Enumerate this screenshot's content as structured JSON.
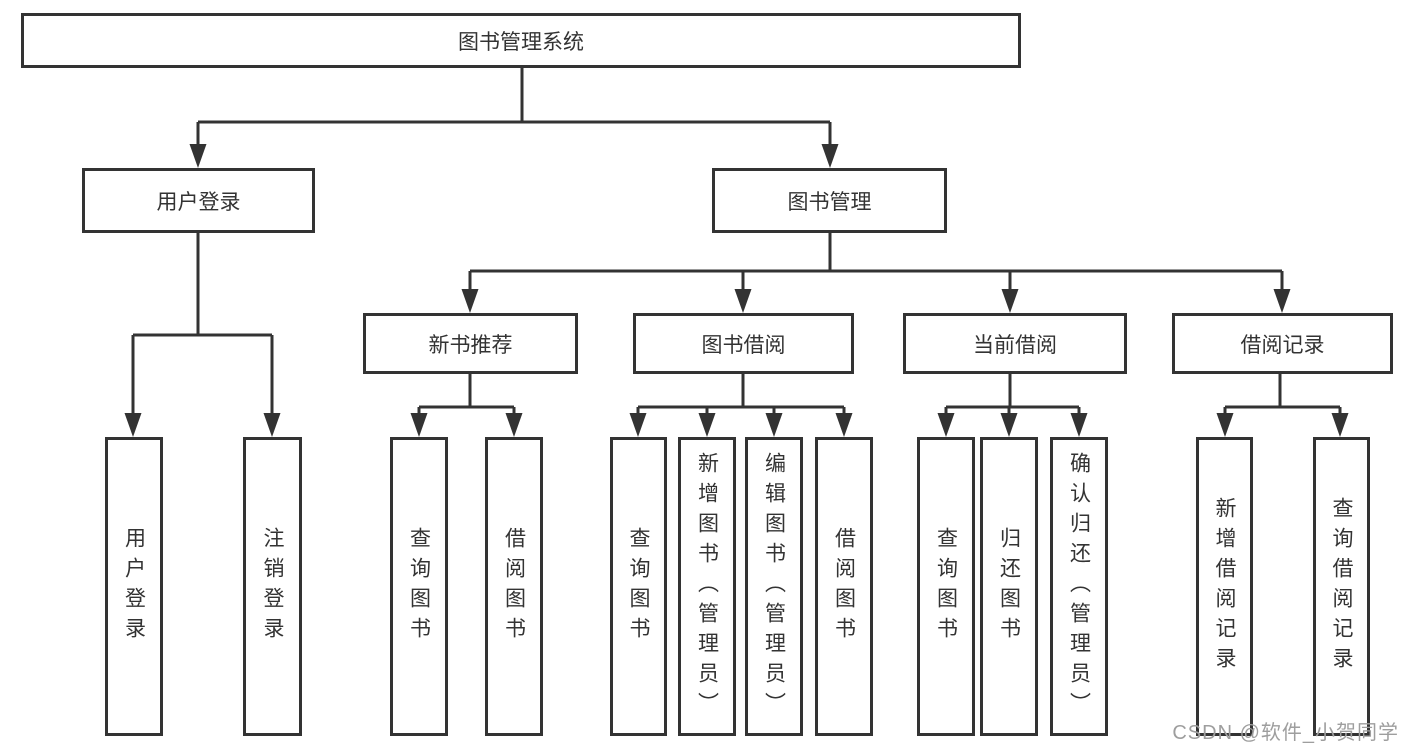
{
  "tree": {
    "root": {
      "label": "图书管理系统",
      "children": [
        {
          "label": "用户登录",
          "children": [
            {
              "label": "用户登录"
            },
            {
              "label": "注销登录"
            }
          ]
        },
        {
          "label": "图书管理",
          "children": [
            {
              "label": "新书推荐",
              "children": [
                {
                  "label": "查询图书"
                },
                {
                  "label": "借阅图书"
                }
              ]
            },
            {
              "label": "图书借阅",
              "children": [
                {
                  "label": "查询图书"
                },
                {
                  "label": "新增图书（管理员）"
                },
                {
                  "label": "编辑图书（管理员）"
                },
                {
                  "label": "借阅图书"
                }
              ]
            },
            {
              "label": "当前借阅",
              "children": [
                {
                  "label": "查询图书"
                },
                {
                  "label": "归还图书"
                },
                {
                  "label": "确认归还（管理员）"
                }
              ]
            },
            {
              "label": "借阅记录",
              "children": [
                {
                  "label": "新增借阅记录"
                },
                {
                  "label": "查询借阅记录"
                }
              ]
            }
          ]
        }
      ]
    }
  },
  "watermark": {
    "text": "CSDN @软件_小贺同学"
  },
  "colors": {
    "line": "#333333",
    "box_border": "#333333",
    "box_fill": "#ffffff",
    "text": "#333333",
    "watermark_text": "#9e9e9e",
    "background": "#ffffff"
  }
}
